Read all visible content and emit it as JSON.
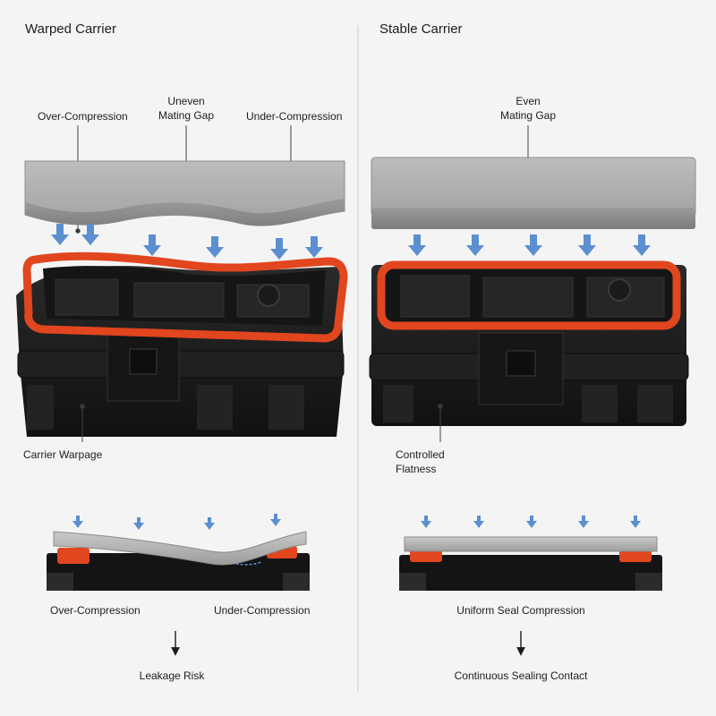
{
  "left": {
    "title": "Warped Carrier",
    "callouts": {
      "over_compression": "Over-Compression",
      "uneven_gap_line1": "Uneven",
      "uneven_gap_line2": "Mating Gap",
      "under_compression": "Under-Compression",
      "carrier_warpage": "Carrier Warpage"
    },
    "section": {
      "over_compression": "Over-Compression",
      "under_compression": "Under-Compression",
      "result": "Leakage Risk"
    }
  },
  "right": {
    "title": "Stable Carrier",
    "callouts": {
      "even_gap_line1": "Even",
      "even_gap_line2": "Mating Gap",
      "flatness_line1": "Controlled",
      "flatness_line2": "Flatness"
    },
    "section": {
      "uniform": "Uniform Seal Compression",
      "result": "Continuous Sealing Contact"
    }
  },
  "colors": {
    "background": "#f4f4f4",
    "seal": "#e1461f",
    "housing": "#1b1b1b",
    "cover": "#a9a9a9",
    "arrow": "#5b8fd0"
  }
}
